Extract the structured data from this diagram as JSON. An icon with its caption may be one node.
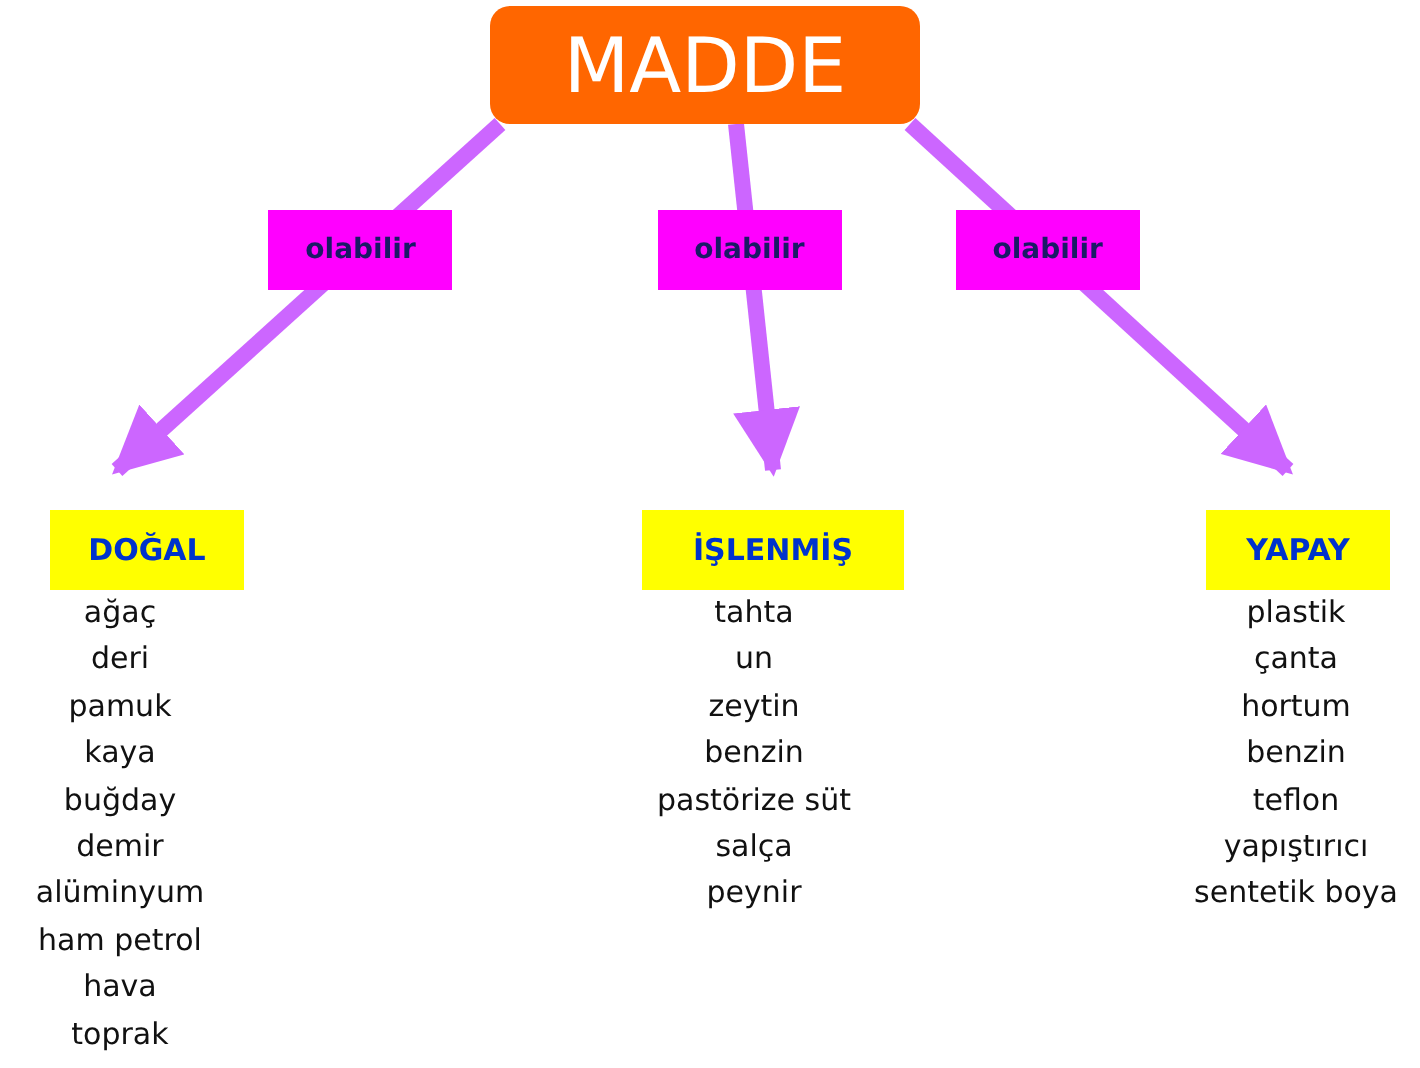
{
  "diagram": {
    "nodes": [
      {
        "text": [
          "MADDE"
        ]
      },
      {
        "text": [
          "DOĞAL"
        ],
        "beside": [
          "ağaç",
          "deri",
          "pamuk",
          "kaya",
          "buğday",
          "demir",
          "alüminyum",
          "ham petrol",
          "hava",
          "toprak"
        ]
      },
      {
        "text": [
          "İŞLENMİŞ"
        ],
        "beside": [
          "tahta",
          "un",
          "zeytin",
          "benzin",
          "pastörize süt",
          "salça",
          "peynir"
        ]
      },
      {
        "text": [
          "YAPAY"
        ],
        "beside": [
          "plastik",
          "çanta",
          "hortum",
          "benzin",
          "teflon",
          "yapıştırıcı",
          "sentetik boya"
        ]
      }
    ],
    "edges": [
      {
        "from": 0,
        "to": 1,
        "arrow": "to",
        "label": "olabilir"
      },
      {
        "from": 0,
        "to": 2,
        "arrow": "to",
        "label": "olabilir"
      },
      {
        "from": 0,
        "to": 3,
        "arrow": "to",
        "label": "olabilir"
      }
    ]
  }
}
